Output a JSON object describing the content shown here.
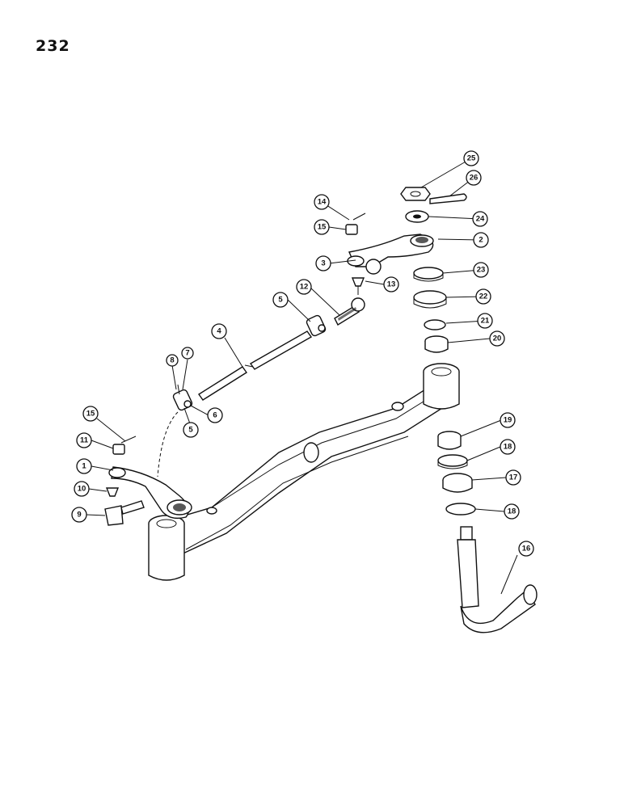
{
  "page": {
    "number": "232"
  },
  "callouts": [
    {
      "id": "25",
      "label": "25"
    },
    {
      "id": "26",
      "label": "26"
    },
    {
      "id": "14",
      "label": "14"
    },
    {
      "id": "24",
      "label": "24"
    },
    {
      "id": "15a",
      "label": "15"
    },
    {
      "id": "2",
      "label": "2"
    },
    {
      "id": "3",
      "label": "3"
    },
    {
      "id": "23",
      "label": "23"
    },
    {
      "id": "13",
      "label": "13"
    },
    {
      "id": "12",
      "label": "12"
    },
    {
      "id": "22",
      "label": "22"
    },
    {
      "id": "5a",
      "label": "5"
    },
    {
      "id": "21",
      "label": "21"
    },
    {
      "id": "20",
      "label": "20"
    },
    {
      "id": "4",
      "label": "4"
    },
    {
      "id": "8",
      "label": "8"
    },
    {
      "id": "7",
      "label": "7"
    },
    {
      "id": "6",
      "label": "6"
    },
    {
      "id": "5b",
      "label": "5"
    },
    {
      "id": "15b",
      "label": "15"
    },
    {
      "id": "19",
      "label": "19"
    },
    {
      "id": "11",
      "label": "11"
    },
    {
      "id": "18a",
      "label": "18"
    },
    {
      "id": "1",
      "label": "1"
    },
    {
      "id": "17",
      "label": "17"
    },
    {
      "id": "10",
      "label": "10"
    },
    {
      "id": "18b",
      "label": "18"
    },
    {
      "id": "9",
      "label": "9"
    },
    {
      "id": "16",
      "label": "16"
    }
  ]
}
